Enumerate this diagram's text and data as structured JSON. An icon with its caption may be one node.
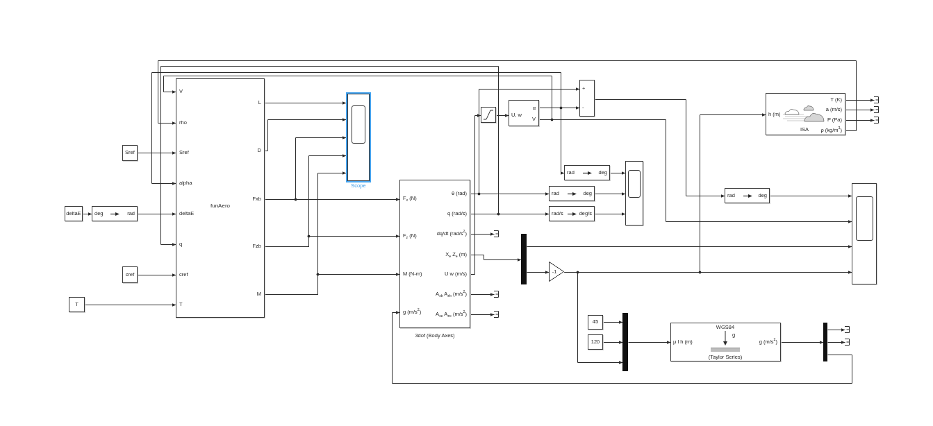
{
  "diagram": {
    "nodes": [
      {
        "text": [
          "V",
          "rho",
          "Sref",
          "alpha",
          "deltaE",
          "q",
          "cref",
          "T",
          "funAero",
          "L",
          "D",
          "Fxb",
          "Fzb",
          "M"
        ]
      },
      {
        "text": [
          "Sref"
        ]
      },
      {
        "text": [
          "deltaE"
        ]
      },
      {
        "text": [
          "deg",
          "rad"
        ]
      },
      {
        "text": [
          "cref"
        ]
      },
      {
        "text": [
          "T"
        ]
      },
      {
        "text": [
          "Scope"
        ]
      },
      {
        "text": [
          "F$_{x}$ (N)",
          "F$_{z}$ (N)",
          "M (N-m)",
          "g (m/s$^{2}$)",
          "θ (rad)",
          "q (rad/s)",
          "dq/dt (rad/s$^{2}$)",
          "X$_{e}$ Z$_{e}$ (m)",
          "U w (m/s)",
          "A$_{xb}$ A$_{zb}$ (m/s$^{2}$)",
          "A$_{xe}$ A$_{ze}$ (m/s$^{2}$)",
          "3dof (Body Axes)"
        ]
      },
      {
        "text": [],
        "shape": "box"
      },
      {
        "text": [
          "U, w",
          "α",
          "V"
        ]
      },
      {
        "text": [
          "+",
          "-"
        ]
      },
      {
        "text": [
          "rad",
          "deg"
        ]
      },
      {
        "text": [
          "rad",
          "deg"
        ]
      },
      {
        "text": [
          "rad/s",
          "deg/s"
        ]
      },
      {
        "text": [],
        "shape": "box"
      },
      {
        "text": [
          "h (m)",
          "T (K)",
          "a (m/s)",
          "P (Pa)",
          "ISA",
          "ρ (kg/m$^{3}$)"
        ]
      },
      {
        "text": [
          "rad",
          "deg"
        ]
      },
      {
        "text": [],
        "shape": "box"
      },
      {
        "text": [],
        "shape": "bar"
      },
      {
        "text": [
          "-1"
        ]
      },
      {
        "text": [
          "45"
        ]
      },
      {
        "text": [
          "120"
        ]
      },
      {
        "text": [],
        "shape": "bar"
      },
      {
        "text": [
          "WGS84",
          "g",
          "μ l h (m)",
          "g (m/s$^{2}$)",
          "(Taylor Series)"
        ]
      },
      {
        "text": [],
        "shape": "bar"
      },
      {
        "text": [],
        "shape": "bracket"
      },
      {
        "text": [],
        "shape": "bracket"
      },
      {
        "text": [],
        "shape": "bracket"
      },
      {
        "text": [],
        "shape": "bracket"
      },
      {
        "text": [],
        "shape": "bracket"
      },
      {
        "text": [],
        "shape": "bracket"
      },
      {
        "text": [],
        "shape": "bracket"
      },
      {
        "text": [],
        "shape": "bracket"
      }
    ],
    "edges": [
      {
        "from": 1,
        "to": 0,
        "arrow": "to"
      },
      {
        "from": 2,
        "to": 3,
        "arrow": "to"
      },
      {
        "from": 3,
        "to": 0,
        "arrow": "to"
      },
      {
        "from": 4,
        "to": 0,
        "arrow": "to"
      },
      {
        "from": 5,
        "to": 0,
        "arrow": "to"
      },
      {
        "from": 0,
        "to": 6,
        "arrow": "to"
      },
      {
        "from": 0,
        "to": 6,
        "arrow": "to"
      },
      {
        "from": 0,
        "to": 7,
        "arrow": "to"
      },
      {
        "from": 0,
        "to": 6,
        "arrow": "to"
      },
      {
        "from": 0,
        "to": 7,
        "arrow": "to"
      },
      {
        "from": 0,
        "to": 6,
        "arrow": "to"
      },
      {
        "from": 0,
        "to": 7,
        "arrow": "to"
      },
      {
        "from": 0,
        "to": 6,
        "arrow": "to"
      },
      {
        "from": 7,
        "to": 12,
        "arrow": "to"
      },
      {
        "from": 7,
        "to": 10,
        "arrow": "to"
      },
      {
        "from": 7,
        "to": 13,
        "arrow": "to"
      },
      {
        "from": 7,
        "to": 0,
        "arrow": "to"
      },
      {
        "from": 7,
        "to": 25,
        "arrow": "to"
      },
      {
        "from": 7,
        "to": 18,
        "arrow": "to"
      },
      {
        "from": 7,
        "to": 8,
        "arrow": "to"
      },
      {
        "from": 7,
        "to": 26,
        "arrow": "to"
      },
      {
        "from": 7,
        "to": 27,
        "arrow": "to"
      },
      {
        "from": 8,
        "to": 9,
        "arrow": "to"
      },
      {
        "from": 9,
        "to": 10,
        "arrow": "to"
      },
      {
        "from": 9,
        "to": 0,
        "arrow": "to"
      },
      {
        "from": 9,
        "to": 11,
        "arrow": "to"
      },
      {
        "from": 9,
        "to": 0,
        "arrow": "to"
      },
      {
        "from": 9,
        "to": 17,
        "arrow": "to"
      },
      {
        "from": 10,
        "to": 16,
        "arrow": "to"
      },
      {
        "from": 11,
        "to": 14,
        "arrow": "to"
      },
      {
        "from": 12,
        "to": 14,
        "arrow": "to"
      },
      {
        "from": 13,
        "to": 14,
        "arrow": "to"
      },
      {
        "from": 16,
        "to": 17,
        "arrow": "to"
      },
      {
        "from": 18,
        "to": 17,
        "arrow": "to"
      },
      {
        "from": 18,
        "to": 19,
        "arrow": "to"
      },
      {
        "from": 19,
        "to": 17,
        "arrow": "to"
      },
      {
        "from": 19,
        "to": 22,
        "arrow": "to"
      },
      {
        "from": 19,
        "to": 15,
        "arrow": "to"
      },
      {
        "from": 15,
        "to": 28,
        "arrow": "to"
      },
      {
        "from": 15,
        "to": 29,
        "arrow": "to"
      },
      {
        "from": 15,
        "to": 30,
        "arrow": "to"
      },
      {
        "from": 15,
        "to": 0,
        "arrow": "to"
      },
      {
        "from": 20,
        "to": 22,
        "arrow": "to"
      },
      {
        "from": 21,
        "to": 22,
        "arrow": "to"
      },
      {
        "from": 22,
        "to": 23,
        "arrow": "to"
      },
      {
        "from": 23,
        "to": 24,
        "arrow": "to"
      },
      {
        "from": 24,
        "to": 31,
        "arrow": "to"
      },
      {
        "from": 24,
        "to": 32,
        "arrow": "to"
      },
      {
        "from": 24,
        "to": 7,
        "arrow": "to"
      }
    ]
  }
}
